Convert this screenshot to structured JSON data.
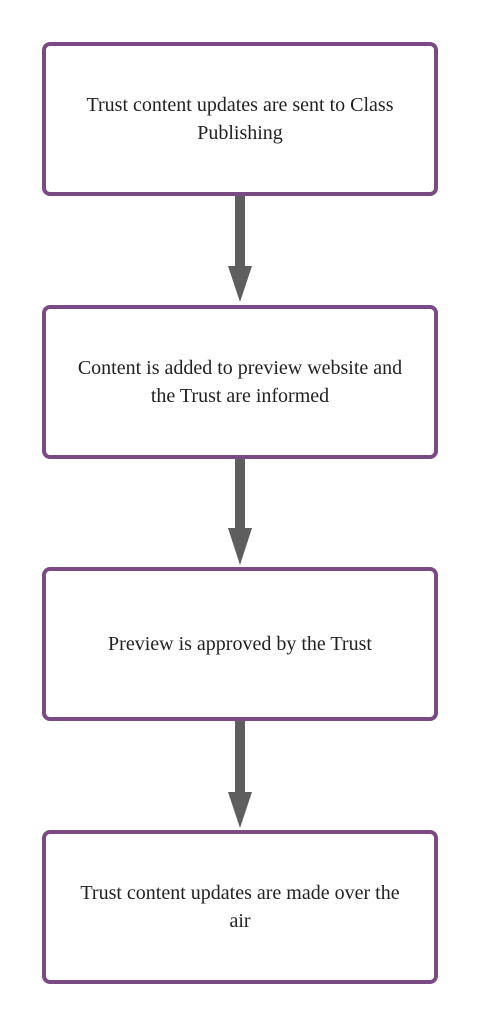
{
  "diagram": {
    "steps": [
      {
        "label": "Trust content updates are sent to Class Publishing"
      },
      {
        "label": "Content is added to preview website and the Trust are informed"
      },
      {
        "label": "Preview is approved by the Trust"
      },
      {
        "label": "Trust content updates are made over the air"
      }
    ],
    "colors": {
      "box_border": "#7b4a85",
      "arrow": "#5e5e5e",
      "text": "#222222"
    }
  }
}
